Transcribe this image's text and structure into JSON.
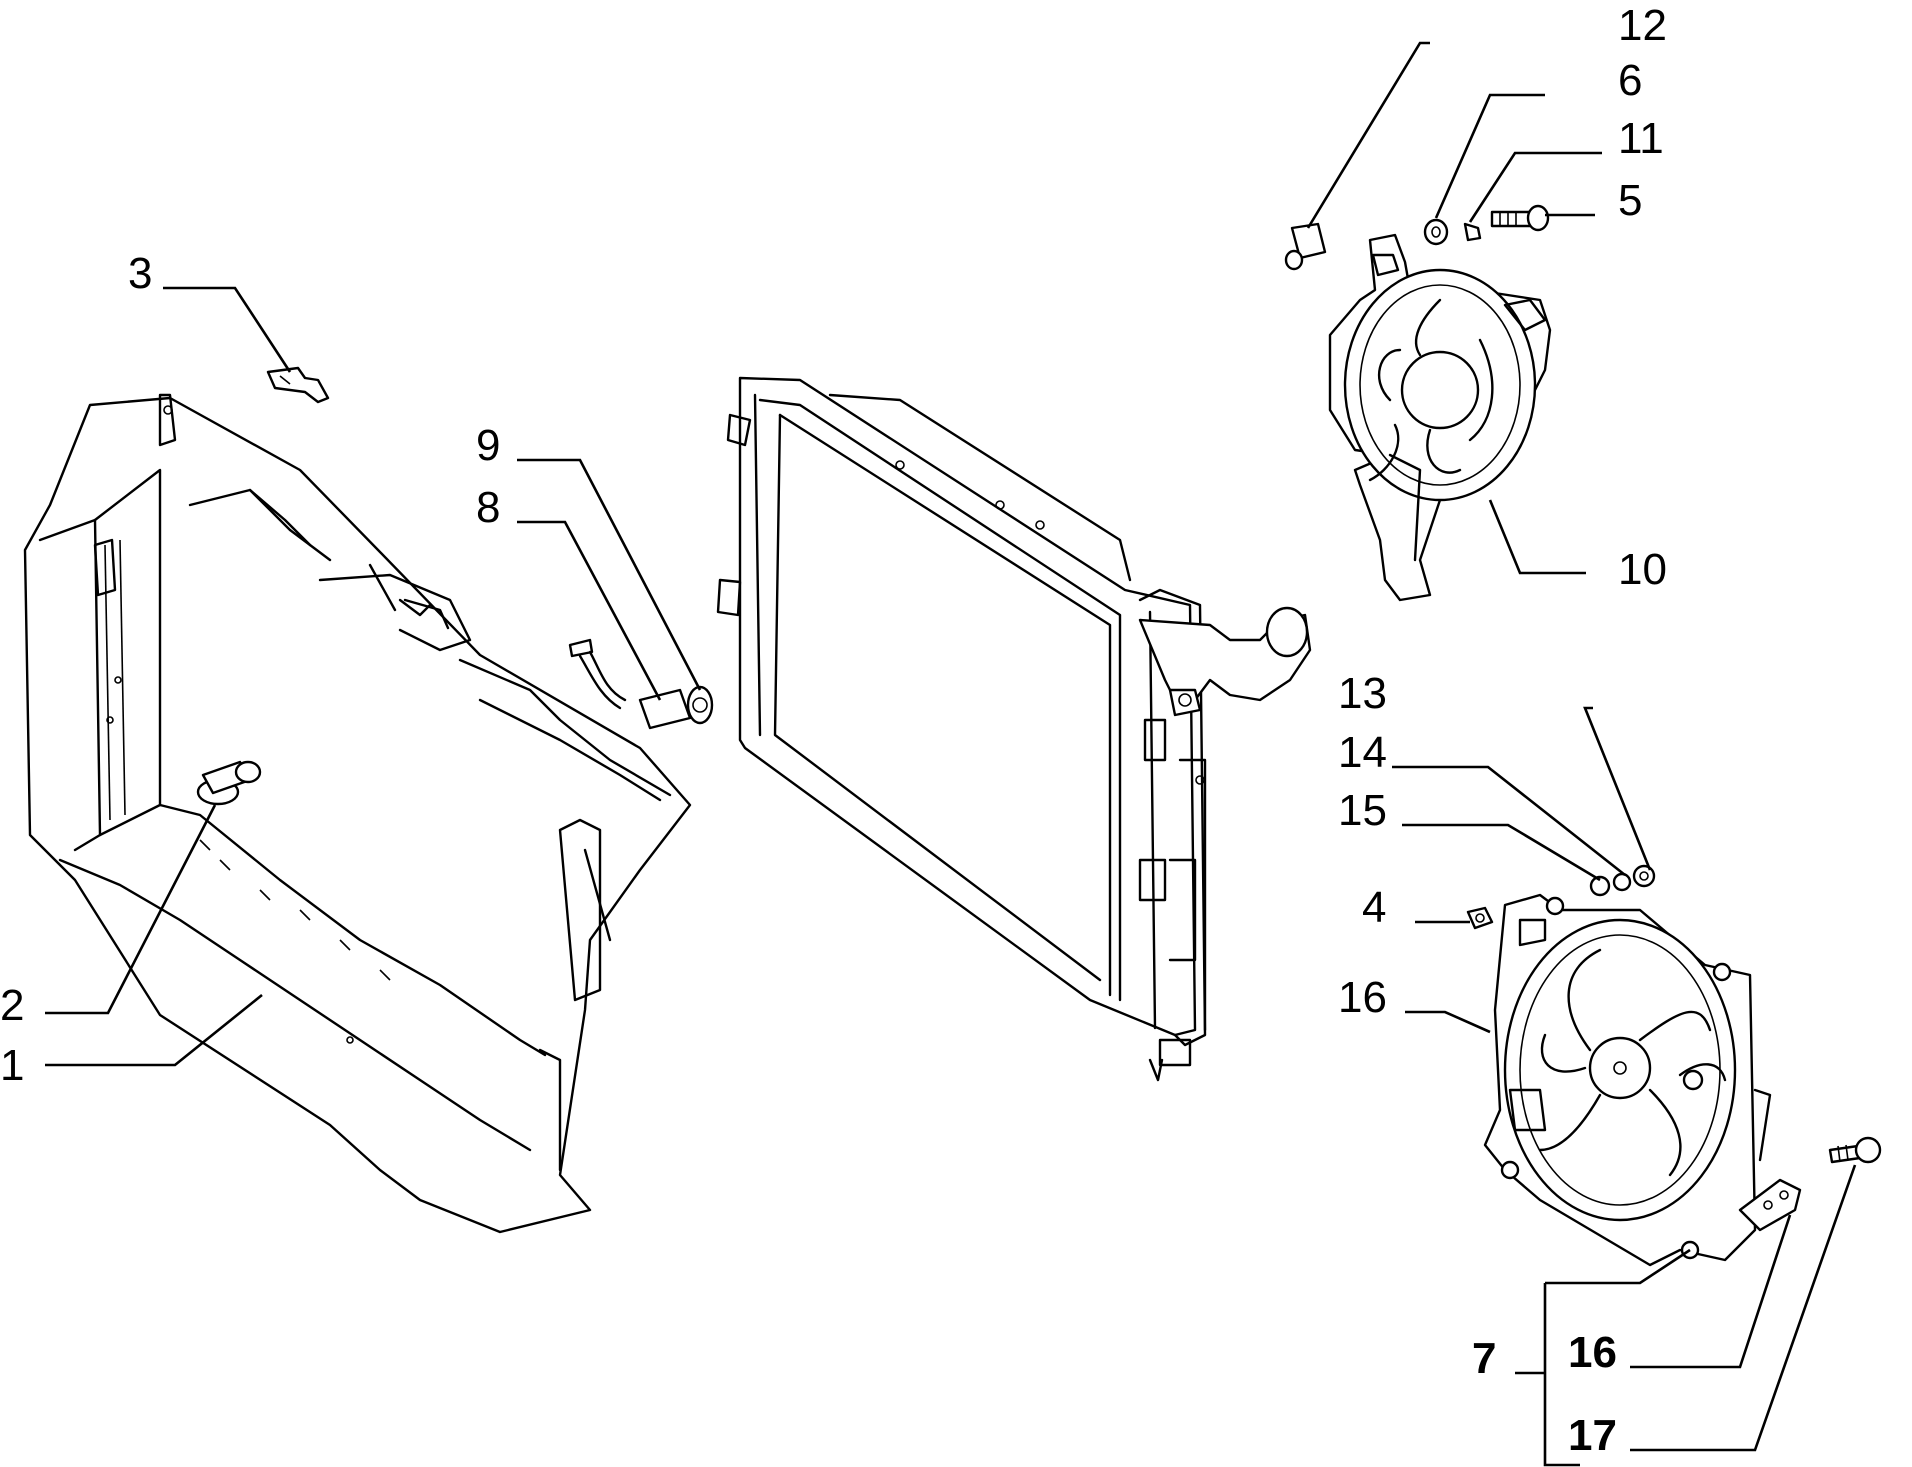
{
  "callouts": [
    {
      "id": "c1",
      "text": "1",
      "bold": false
    },
    {
      "id": "c2",
      "text": "2",
      "bold": false
    },
    {
      "id": "c3",
      "text": "3",
      "bold": false
    },
    {
      "id": "c4",
      "text": "4",
      "bold": false
    },
    {
      "id": "c5",
      "text": "5",
      "bold": false
    },
    {
      "id": "c6",
      "text": "6",
      "bold": false
    },
    {
      "id": "c7",
      "text": "7",
      "bold": true
    },
    {
      "id": "c8",
      "text": "8",
      "bold": false
    },
    {
      "id": "c9",
      "text": "9",
      "bold": false
    },
    {
      "id": "c10",
      "text": "10",
      "bold": false
    },
    {
      "id": "c11",
      "text": "11",
      "bold": false
    },
    {
      "id": "c12",
      "text": "12",
      "bold": false
    },
    {
      "id": "c13",
      "text": "13",
      "bold": false
    },
    {
      "id": "c14",
      "text": "14",
      "bold": false
    },
    {
      "id": "c15",
      "text": "15",
      "bold": false
    },
    {
      "id": "c16a",
      "text": "16",
      "bold": false
    },
    {
      "id": "c16b",
      "text": "16",
      "bold": true
    },
    {
      "id": "c17",
      "text": "17",
      "bold": true
    }
  ]
}
